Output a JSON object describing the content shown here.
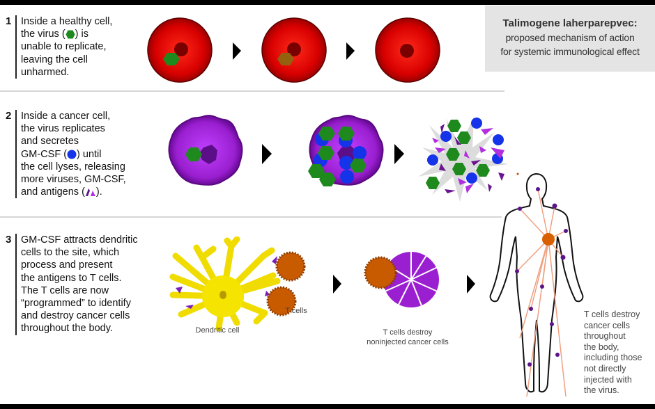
{
  "title": {
    "heading": "Talimogene laherparepvec:",
    "subtitle_line1": "proposed mechanism of action",
    "subtitle_line2": "for systemic immunological effect"
  },
  "steps": [
    {
      "number": "1",
      "text_before_icon": "Inside a healthy cell,\nthe virus (",
      "icon": "virus-hexagon-icon",
      "text_after_icon": ") is\nunable to replicate,\nleaving the cell\nunharmed."
    },
    {
      "number": "2",
      "text_before_icon": "Inside a cancer cell,\nthe virus replicates\nand secretes\nGM-CSF (",
      "icon": "gm-csf-circle-icon",
      "text_mid": ") until\nthe cell lyses, releasing\nmore viruses, GM-CSF,\nand antigens (",
      "icon2": "antigen-fragment-icon",
      "text_after_icon": ")."
    },
    {
      "number": "3",
      "text": "GM-CSF attracts dendritic\ncells to the site, which\nprocess and present\nthe antigens to T cells.\nThe T cells are now\n“programmed” to identify\nand destroy cancer cells\nthroughout the body."
    }
  ],
  "captions": {
    "dendritic_cell": "Dendritic cell",
    "t_cells": "T cells",
    "t_cells_destroy_line1": "T cells destroy",
    "t_cells_destroy_line2": "noninjected cancer cells",
    "body": "T cells destroy\ncancer cells\nthroughout\nthe body,\nincluding those\nnot directly\ninjected with\nthe virus."
  },
  "colors": {
    "healthy_cell": "#d40000",
    "nucleus": "#7a0000",
    "virus": "#1e8a1e",
    "cancer_cell": "#9a1fd0",
    "gm_csf": "#1533e8",
    "antigen": "#7a1fb8",
    "dendritic": "#f4e400",
    "t_cell": "#c85a00",
    "title_bg": "#e4e4e4"
  }
}
